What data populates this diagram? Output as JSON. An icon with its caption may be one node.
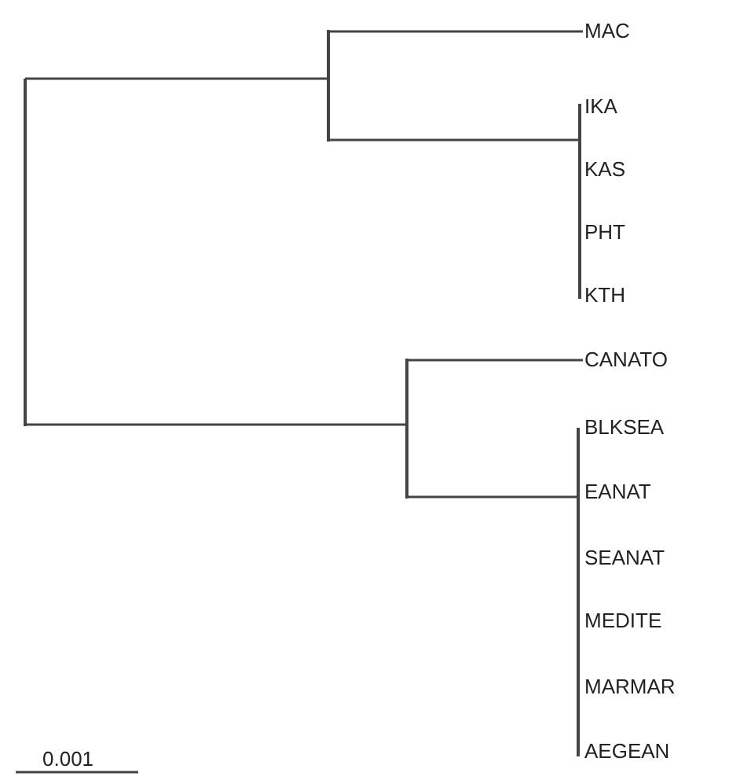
{
  "diagram": {
    "nodes": [
      {
        "text": [],
        "shape": "bar"
      },
      {
        "text": [],
        "shape": "bar"
      },
      {
        "text": [
          "MAC"
        ]
      },
      {
        "text": [],
        "shape": "bar"
      },
      {
        "text": [
          "IKA"
        ]
      },
      {
        "text": [
          "KAS"
        ]
      },
      {
        "text": [
          "PHT"
        ]
      },
      {
        "text": [
          "KTH"
        ]
      },
      {
        "text": [],
        "shape": "bar"
      },
      {
        "text": [
          "CANATO"
        ]
      },
      {
        "text": [],
        "shape": "bar"
      },
      {
        "text": [
          "BLKSEA"
        ]
      },
      {
        "text": [
          "EANAT"
        ]
      },
      {
        "text": [
          "SEANAT"
        ]
      },
      {
        "text": [
          "MEDITE"
        ]
      },
      {
        "text": [
          "MARMAR"
        ]
      },
      {
        "text": [
          "AEGEAN"
        ]
      }
    ],
    "edges": [
      {
        "from": 0,
        "to": 1,
        "arrow": "none"
      },
      {
        "from": 1,
        "to": 2,
        "arrow": "none"
      },
      {
        "from": 1,
        "to": 3,
        "arrow": "none"
      },
      {
        "from": 0,
        "to": 8,
        "arrow": "none"
      },
      {
        "from": 8,
        "to": 9,
        "arrow": "none"
      },
      {
        "from": 8,
        "to": 10,
        "arrow": "none"
      }
    ],
    "labels": [
      "0.001"
    ]
  }
}
